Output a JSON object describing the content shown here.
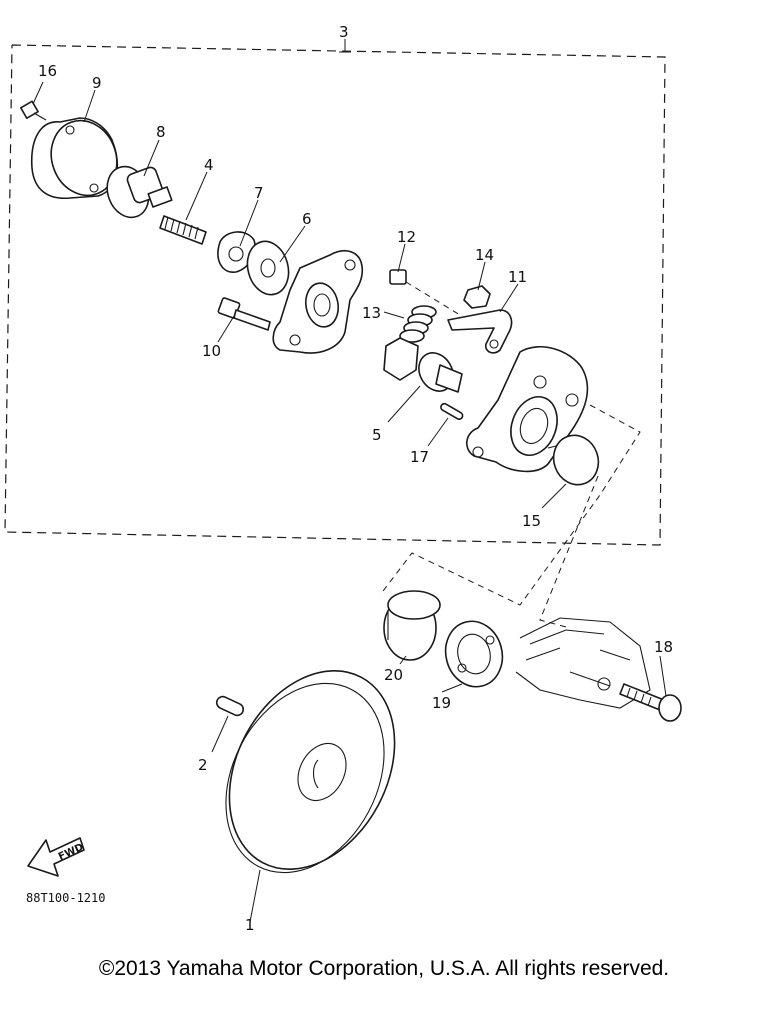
{
  "callouts": {
    "c1": "1",
    "c2": "2",
    "c3": "3",
    "c4": "4",
    "c5": "5",
    "c6": "6",
    "c7": "7",
    "c8": "8",
    "c9": "9",
    "c10": "10",
    "c11": "11",
    "c12": "12",
    "c13": "13",
    "c14": "14",
    "c15": "15",
    "c16": "16",
    "c17": "17",
    "c18": "18",
    "c19": "19",
    "c20": "20"
  },
  "fwd_label": "FWD",
  "catalog_code": "88T100-1210",
  "copyright": "©2013 Yamaha Motor Corporation, U.S.A. All rights reserved."
}
